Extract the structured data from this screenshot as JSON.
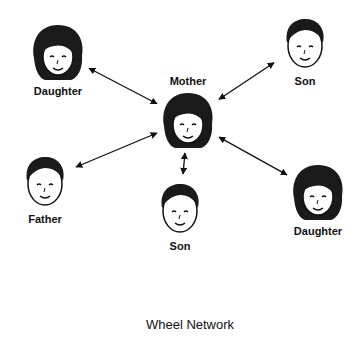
{
  "diagram": {
    "caption": "Wheel Network",
    "nodes": [
      {
        "text": [
          "Daughter"
        ]
      },
      {
        "text": [
          "Mother"
        ]
      },
      {
        "text": [
          "Son"
        ]
      },
      {
        "text": [
          "Father"
        ]
      },
      {
        "text": [
          "Son"
        ]
      },
      {
        "text": [
          "Daughter"
        ]
      }
    ],
    "edges": [
      {
        "from": 1,
        "to": 0,
        "arrow": "both"
      },
      {
        "from": 1,
        "to": 2,
        "arrow": "both"
      },
      {
        "from": 1,
        "to": 3,
        "arrow": "both"
      },
      {
        "from": 1,
        "to": 4,
        "arrow": "both"
      },
      {
        "from": 1,
        "to": 5,
        "arrow": "both"
      }
    ]
  }
}
